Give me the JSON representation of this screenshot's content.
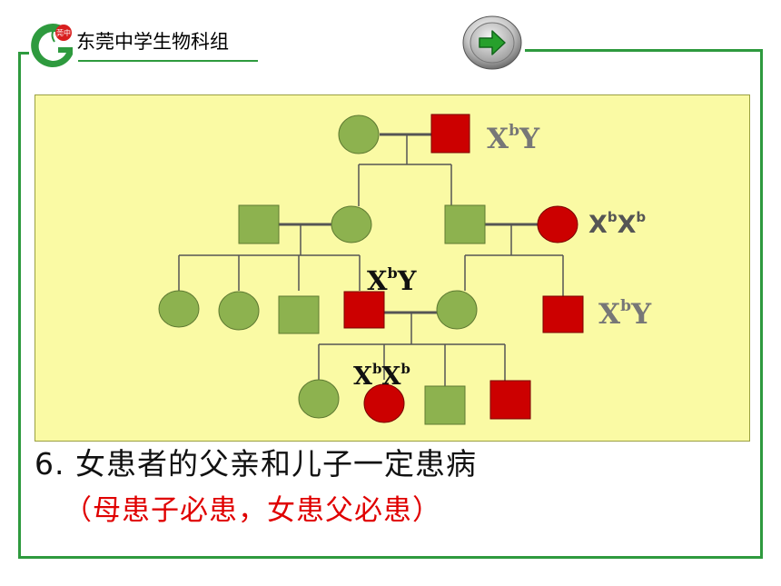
{
  "header": {
    "school_name": "东莞中学生物科组",
    "logo_badge": "莞中"
  },
  "colors": {
    "affected": "#cc0000",
    "unaffected": "#8db24f",
    "panel_bg": "#fafaa4",
    "frame": "#2e9a3e",
    "explanation_text": "#e00000"
  },
  "pedigree": {
    "genotype_labels": [
      {
        "id": "g1",
        "base": "X",
        "sup": "b",
        "rest": "Y"
      },
      {
        "id": "g2",
        "base": "X",
        "sup": "b",
        "rest": "X",
        "sup2": "b"
      },
      {
        "id": "g3",
        "base": "X",
        "sup": "b",
        "rest": "Y"
      },
      {
        "id": "g4",
        "base": "X",
        "sup": "b",
        "rest": "Y"
      },
      {
        "id": "g5",
        "base": "X",
        "sup": "b",
        "rest": "X",
        "sup2": "b"
      }
    ],
    "individuals": [
      {
        "id": "I-1",
        "sex": "female",
        "affected": false
      },
      {
        "id": "I-2",
        "sex": "male",
        "affected": true
      },
      {
        "id": "II-1",
        "sex": "male",
        "affected": false
      },
      {
        "id": "II-2",
        "sex": "female",
        "affected": false
      },
      {
        "id": "II-3",
        "sex": "male",
        "affected": false
      },
      {
        "id": "II-4",
        "sex": "female",
        "affected": true
      },
      {
        "id": "III-1",
        "sex": "female",
        "affected": false
      },
      {
        "id": "III-2",
        "sex": "female",
        "affected": false
      },
      {
        "id": "III-3",
        "sex": "male",
        "affected": false
      },
      {
        "id": "III-4",
        "sex": "male",
        "affected": true
      },
      {
        "id": "III-5",
        "sex": "female",
        "affected": false
      },
      {
        "id": "III-6",
        "sex": "male",
        "affected": true
      },
      {
        "id": "IV-1",
        "sex": "female",
        "affected": false
      },
      {
        "id": "IV-2",
        "sex": "female",
        "affected": true
      },
      {
        "id": "IV-3",
        "sex": "male",
        "affected": false
      },
      {
        "id": "IV-4",
        "sex": "male",
        "affected": true
      }
    ]
  },
  "content": {
    "conclusion": "6. 女患者的父亲和儿子一定患病",
    "explanation": "（母患子必患，女患父必患）"
  }
}
